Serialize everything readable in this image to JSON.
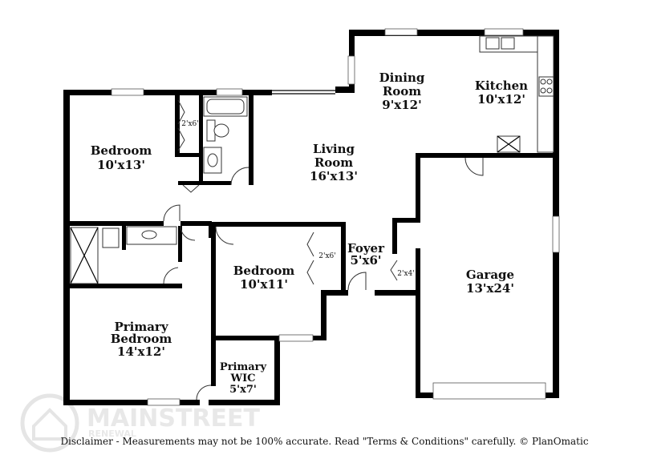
{
  "rooms": {
    "bedroom_left": {
      "name": "Bedroom",
      "size": "10'x13'"
    },
    "living": {
      "name1": "Living",
      "name2": "Room",
      "size": "16'x13'"
    },
    "dining": {
      "name1": "Dining",
      "name2": "Room",
      "size": "9'x12'"
    },
    "kitchen": {
      "name": "Kitchen",
      "size": "10'x12'"
    },
    "bedroom_mid": {
      "name": "Bedroom",
      "size": "10'x11'"
    },
    "foyer": {
      "name": "Foyer",
      "size": "5'x6'"
    },
    "garage": {
      "name": "Garage",
      "size": "13'x24'"
    },
    "primary_bedroom": {
      "name1": "Primary",
      "name2": "Bedroom",
      "size": "14'x12'"
    },
    "primary_wic": {
      "name1": "Primary",
      "name2": "WIC",
      "size": "5'x7'"
    }
  },
  "closets": {
    "c1": "2'x6'",
    "c2": "2'x6'",
    "c3": "2'x4'"
  },
  "watermark": {
    "brand": "MAINSTREET",
    "sub": "RENEWAL"
  },
  "disclaimer": "Disclaimer - Measurements may not be 100% accurate. Read \"Terms & Conditions\" carefully. © PlanOmatic"
}
